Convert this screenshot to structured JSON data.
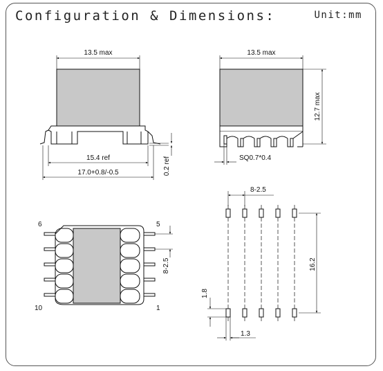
{
  "header": {
    "title": "Configuration & Dimensions:",
    "unit": "Unit:mm"
  },
  "front_view": {
    "width_label": "13.5 max",
    "ref_label": "15.4 ref",
    "overall_label": "17.0+0.8/-0.5",
    "thickness_label": "0.2 ref"
  },
  "side_view": {
    "width_label": "13.5 max",
    "height_label": "12.7 max",
    "pin_label": "SQ0.7*0.4"
  },
  "top_view": {
    "pin_labels": [
      "6",
      "5",
      "10",
      "1"
    ],
    "pitch_label": "8-2.5"
  },
  "pad_layout": {
    "pitch_label": "8-2.5",
    "row_spacing_label": "16.2",
    "pad_length_label": "1.8",
    "pad_width_label": "1.3"
  },
  "colors": {
    "body_fill": "#c8c8c8",
    "line": "#111111",
    "frame": "#555555"
  }
}
